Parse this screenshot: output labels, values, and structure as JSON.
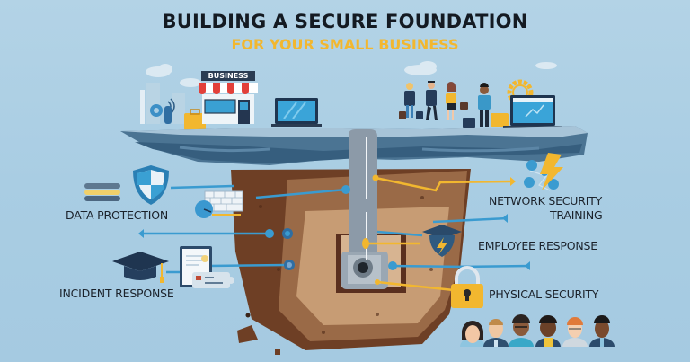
{
  "header": {
    "title": "BUILDING A SECURE FOUNDATION",
    "subtitle": "FOR YOUR SMALL BUSINESS"
  },
  "storefront": {
    "sign_label": "BUSINESS"
  },
  "labels": {
    "data_protection": "DATA PROTECTION",
    "incident_response": "INCIDENT RESPONSE",
    "network_security_line1": "NETWORK SECURITY",
    "network_security_line2": "TRAINING",
    "employee_response": "EMPLOYEE RESPONSE",
    "physical_security": "PHYSICAL SECURITY"
  },
  "icons": [
    "city-skyline-icon",
    "gear-icon",
    "wifi-signal-icon",
    "briefcase-icon",
    "storefront-icon",
    "laptop-icon",
    "business-people-icon",
    "gear-icon",
    "laptop-chart-icon",
    "shield-icon",
    "database-icon",
    "firewall-icon",
    "network-bolt-icon",
    "graduation-cap-icon",
    "document-certificate-icon",
    "ticket-icon",
    "shield-bolt-icon",
    "padlock-icon",
    "employee-avatars"
  ],
  "colors": {
    "sky": "#aacde3",
    "title_text": "#141a22",
    "subtitle_accent": "#f2b72f",
    "connector_blue": "#3a9bd0",
    "connector_yellow": "#f2b72f",
    "slab_top": "#9fbfd5",
    "slab_edge": "#3f6a89",
    "soil_dark": "#6e3f25",
    "soil_light": "#b07c55",
    "pipe_gray": "#8c9aa8"
  },
  "employees": [
    {
      "hair": "#2a2220",
      "shirt": "#8ec5e0",
      "skin": "#f2c7a5"
    },
    {
      "hair": "#c08a4a",
      "shirt": "#2f4f6f",
      "skin": "#f0c7a2"
    },
    {
      "hair": "#2b2421",
      "shirt": "#39a8c8",
      "skin": "#8a5a3b"
    },
    {
      "hair": "#1f1a18",
      "shirt": "#f0c43a",
      "skin": "#6b4128"
    },
    {
      "hair": "#e07a3a",
      "shirt": "#cfd8df",
      "skin": "#f4cfb0"
    },
    {
      "hair": "#1b1a1a",
      "shirt": "#2c4b6c",
      "skin": "#7a4a2d"
    }
  ]
}
